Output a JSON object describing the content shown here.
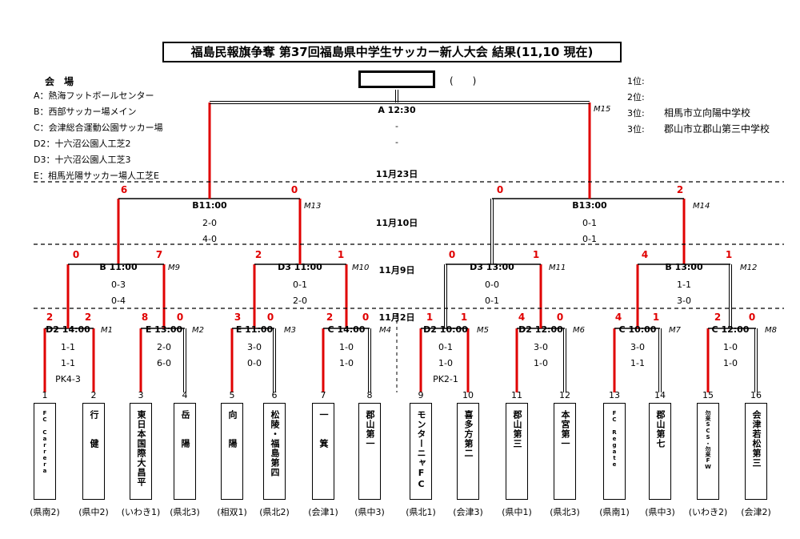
{
  "title": "福島民報旗争奪 第37回福島県中学生サッカー新人大会 結果(11,10 現在)",
  "champion_paren": "(　　)",
  "venues_heading": "会　場",
  "venues": [
    "A：熱海フットボールセンター",
    "B：西部サッカー場メイン",
    "C：会津総合運動公園サッカー場",
    "D2：十六沼公園人工芝2",
    "D3：十六沼公園人工芝3",
    "E：相馬光陽サッカー場人工芝E"
  ],
  "rankings": [
    {
      "label": "1位:",
      "team": ""
    },
    {
      "label": "2位:",
      "team": ""
    },
    {
      "label": "3位:",
      "team": "相馬市立向陽中学校"
    },
    {
      "label": "3位:",
      "team": "郡山市立郡山第三中学校"
    }
  ],
  "dates": [
    "11月23日",
    "11月10日",
    "11月9日",
    "11月2日"
  ],
  "final": {
    "venue_time": "A 12:30",
    "lines": [
      "-",
      "-"
    ],
    "id": "M15"
  },
  "matches": [
    {
      "id": "M1",
      "venue_time": "D2 14:00",
      "lines": [
        "1-1",
        "1-1",
        "PK4-3"
      ],
      "scores": [
        "2",
        "2"
      ]
    },
    {
      "id": "M2",
      "venue_time": "E 13:00",
      "lines": [
        "2-0",
        "6-0"
      ],
      "scores": [
        "8",
        "0"
      ]
    },
    {
      "id": "M3",
      "venue_time": "E 11:00",
      "lines": [
        "3-0",
        "0-0"
      ],
      "scores": [
        "3",
        "0"
      ]
    },
    {
      "id": "M4",
      "venue_time": "C 14:00",
      "lines": [
        "1-0",
        "1-0"
      ],
      "scores": [
        "2",
        "0"
      ]
    },
    {
      "id": "M5",
      "venue_time": "D2 10:00",
      "lines": [
        "0-1",
        "1-0",
        "PK2-1"
      ],
      "scores": [
        "1",
        "1"
      ]
    },
    {
      "id": "M6",
      "venue_time": "D2 12:00",
      "lines": [
        "3-0",
        "1-0"
      ],
      "scores": [
        "4",
        "0"
      ]
    },
    {
      "id": "M7",
      "venue_time": "C 10:00",
      "lines": [
        "3-0",
        "1-1"
      ],
      "scores": [
        "4",
        "1"
      ]
    },
    {
      "id": "M8",
      "venue_time": "C 12:00",
      "lines": [
        "1-0",
        "1-0"
      ],
      "scores": [
        "2",
        "0"
      ]
    },
    {
      "id": "M9",
      "venue_time": "B 11:00",
      "lines": [
        "0-3",
        "0-4"
      ],
      "scores": [
        "0",
        "7"
      ]
    },
    {
      "id": "M10",
      "venue_time": "D3 11:00",
      "lines": [
        "0-1",
        "2-0"
      ],
      "scores": [
        "2",
        "1"
      ]
    },
    {
      "id": "M11",
      "venue_time": "D3 13:00",
      "lines": [
        "0-0",
        "0-1"
      ],
      "scores": [
        "0",
        "1"
      ]
    },
    {
      "id": "M12",
      "venue_time": "B 13:00",
      "lines": [
        "1-1",
        "3-0"
      ],
      "scores": [
        "4",
        "1"
      ]
    },
    {
      "id": "M13",
      "venue_time": "B11:00",
      "lines": [
        "2-0",
        "4-0"
      ],
      "scores": [
        "6",
        "0"
      ]
    },
    {
      "id": "M14",
      "venue_time": "B13:00",
      "lines": [
        "0-1",
        "0-1"
      ],
      "scores": [
        "0",
        "2"
      ]
    }
  ],
  "teams": [
    {
      "num": "1",
      "name": "FC Carrera",
      "pref": "(県南2)",
      "small": true
    },
    {
      "num": "2",
      "name": "行　　健",
      "pref": "(県中2)"
    },
    {
      "num": "3",
      "name": "東日本国際大昌平",
      "pref": "(いわき1)"
    },
    {
      "num": "4",
      "name": "岳　　陽",
      "pref": "(県北3)"
    },
    {
      "num": "5",
      "name": "向　　陽",
      "pref": "(相双1)"
    },
    {
      "num": "6",
      "name": "松陵・福島第四",
      "pref": "(県北2)"
    },
    {
      "num": "7",
      "name": "一　　箕",
      "pref": "(会津1)"
    },
    {
      "num": "8",
      "name": "郡山第一",
      "pref": "(県中3)"
    },
    {
      "num": "9",
      "name": "モンターニャFC",
      "pref": "(県北1)"
    },
    {
      "num": "10",
      "name": "喜多方第二",
      "pref": "(会津3)"
    },
    {
      "num": "11",
      "name": "郡山第三",
      "pref": "(県中1)"
    },
    {
      "num": "12",
      "name": "本宮第一",
      "pref": "(県北3)"
    },
    {
      "num": "13",
      "name": "FC Regate",
      "pref": "(県南1)",
      "small": true
    },
    {
      "num": "14",
      "name": "郡山第七",
      "pref": "(県中3)"
    },
    {
      "num": "15",
      "name": "勿来SCS・勿来FW",
      "pref": "(いわき2)",
      "small": true
    },
    {
      "num": "16",
      "name": "会津若松第三",
      "pref": "(会津2)"
    }
  ]
}
